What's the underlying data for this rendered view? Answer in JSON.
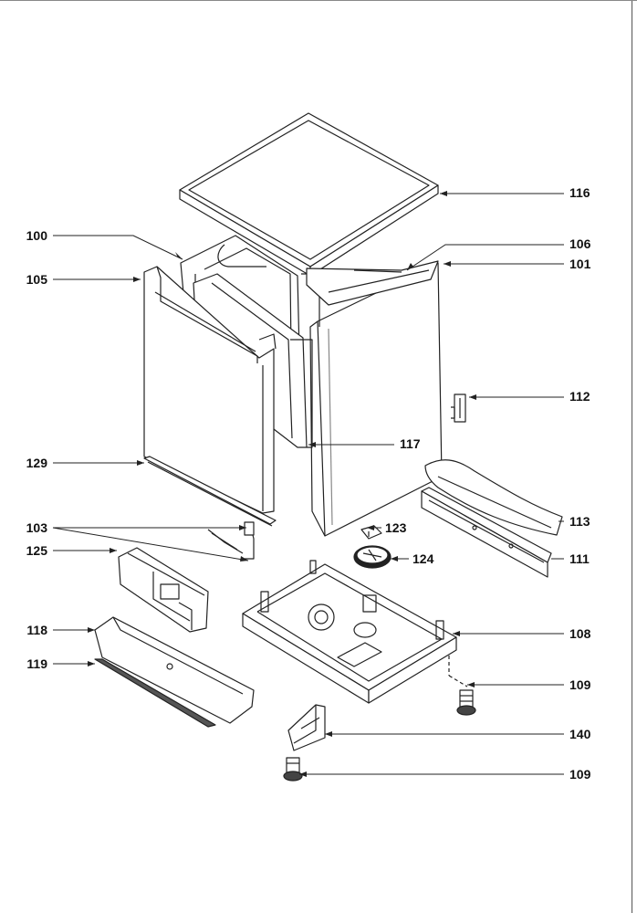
{
  "diagram": {
    "callouts": [
      {
        "id": "c116",
        "label": "116"
      },
      {
        "id": "c100",
        "label": "100"
      },
      {
        "id": "c106",
        "label": "106"
      },
      {
        "id": "c101",
        "label": "101"
      },
      {
        "id": "c105",
        "label": "105"
      },
      {
        "id": "c112",
        "label": "112"
      },
      {
        "id": "c117",
        "label": "117"
      },
      {
        "id": "c129",
        "label": "129"
      },
      {
        "id": "c113",
        "label": "113"
      },
      {
        "id": "c103",
        "label": "103"
      },
      {
        "id": "c123",
        "label": "123"
      },
      {
        "id": "c125",
        "label": "125"
      },
      {
        "id": "c124",
        "label": "124"
      },
      {
        "id": "c111",
        "label": "111"
      },
      {
        "id": "c118",
        "label": "118"
      },
      {
        "id": "c108",
        "label": "108"
      },
      {
        "id": "c119",
        "label": "119"
      },
      {
        "id": "c109a",
        "label": "109"
      },
      {
        "id": "c140",
        "label": "140"
      },
      {
        "id": "c109b",
        "label": "109"
      }
    ]
  }
}
